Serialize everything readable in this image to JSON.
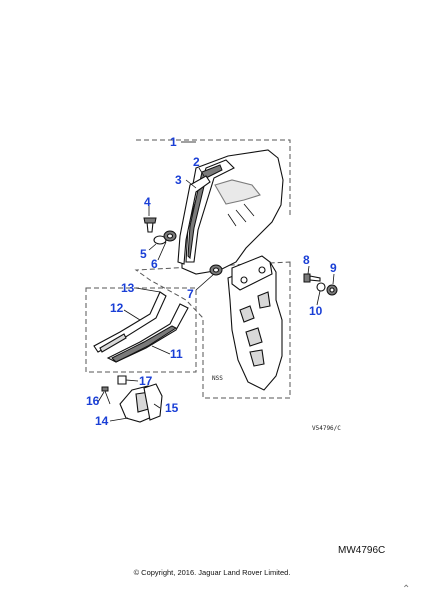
{
  "diagram": {
    "callouts": [
      {
        "id": "1",
        "label": "1"
      },
      {
        "id": "2",
        "label": "2"
      },
      {
        "id": "3",
        "label": "3"
      },
      {
        "id": "4",
        "label": "4"
      },
      {
        "id": "5",
        "label": "5"
      },
      {
        "id": "6",
        "label": "6"
      },
      {
        "id": "7",
        "label": "7"
      },
      {
        "id": "8",
        "label": "8"
      },
      {
        "id": "9",
        "label": "9"
      },
      {
        "id": "10",
        "label": "10"
      },
      {
        "id": "11",
        "label": "11"
      },
      {
        "id": "12",
        "label": "12"
      },
      {
        "id": "13",
        "label": "13"
      },
      {
        "id": "14",
        "label": "14"
      },
      {
        "id": "15",
        "label": "15"
      },
      {
        "id": "16",
        "label": "16"
      },
      {
        "id": "17",
        "label": "17"
      }
    ],
    "stamp_text": "NSS",
    "drawing_ref": "V54796/C",
    "callout_color": "#1a3fd6"
  },
  "footer": {
    "code": "MW4796C",
    "copyright": "© Copyright, 2016. Jaguar Land Rover Limited.",
    "scroll_icon": "chevron-up-icon"
  }
}
